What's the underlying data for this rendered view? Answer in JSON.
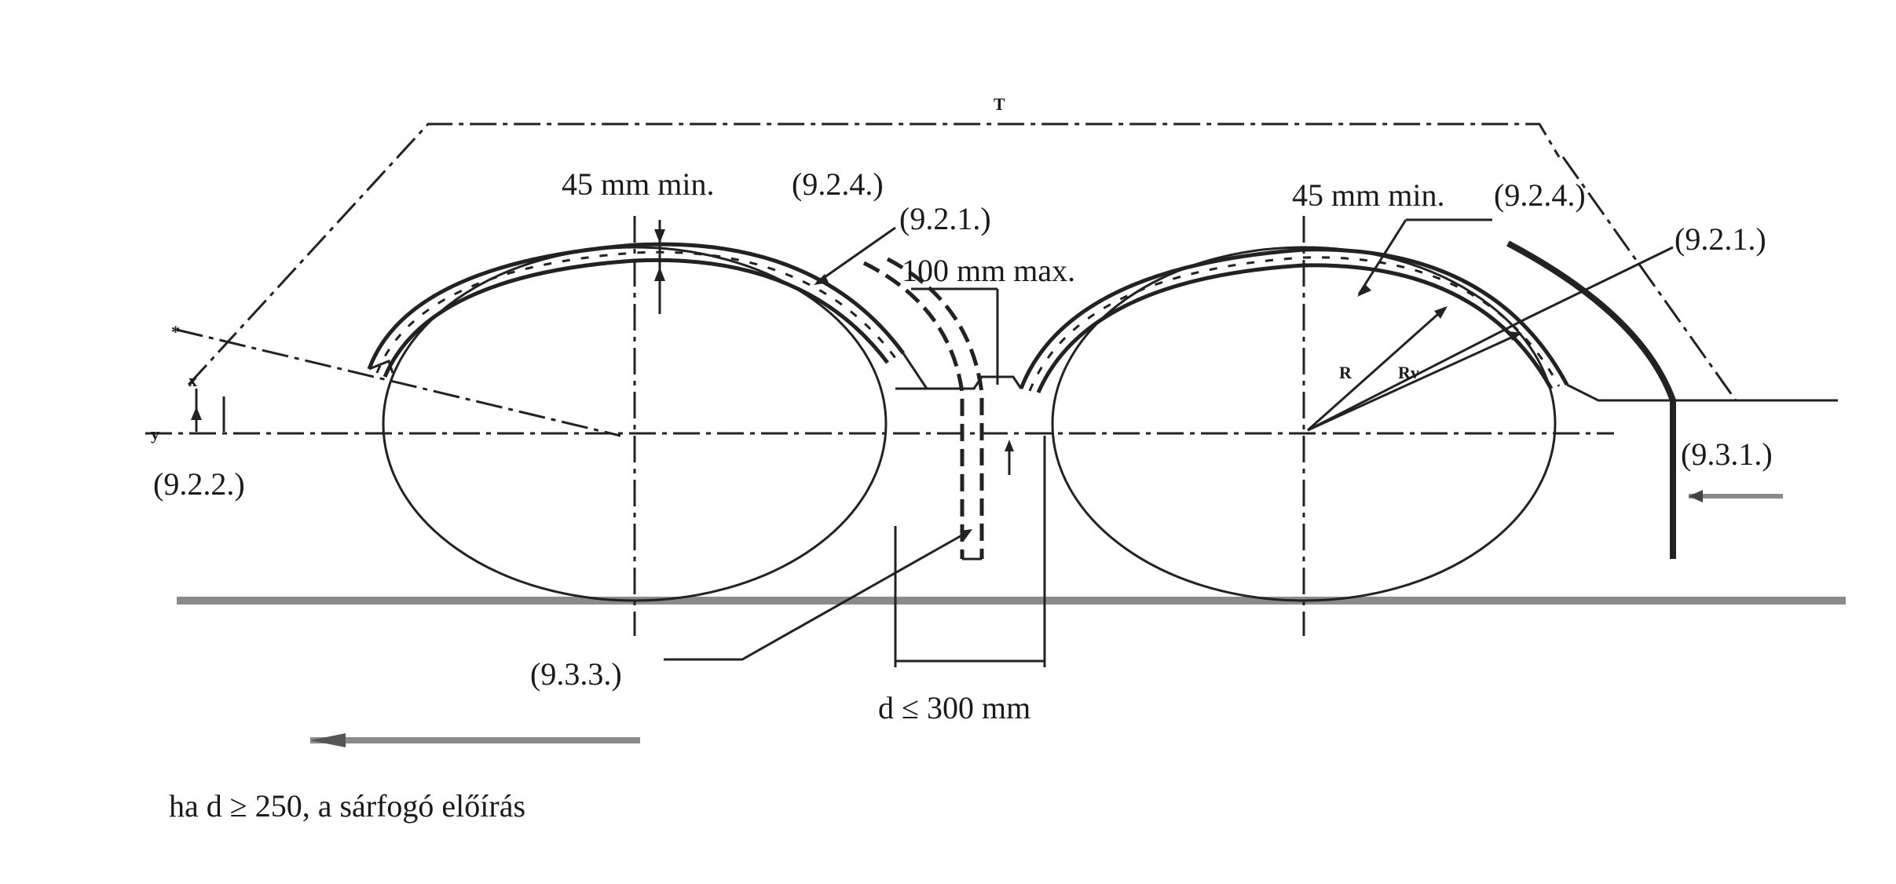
{
  "labels": {
    "top_T": "T",
    "min45_left": "45 mm min.",
    "ref_924_left": "(9.2.4.)",
    "ref_921_left": "(9.2.1.)",
    "max100": "100 mm max.",
    "min45_right": "45 mm min.",
    "ref_924_right": "(9.2.4.)",
    "ref_921_right": "(9.2.1.)",
    "ref_922": "(9.2.2.)",
    "ref_931": "(9.3.1.)",
    "ref_933": "(9.3.3.)",
    "d_limit": "d ≤ 300 mm",
    "note": "ha d ≥ 250, a sárfogó előírás",
    "R": "R",
    "Rv": "Rv",
    "y": "y",
    "x": "x",
    "star": "*"
  },
  "colors": {
    "line": "#222222",
    "road": "#8a8a8a",
    "text": "#1a1a1a"
  }
}
